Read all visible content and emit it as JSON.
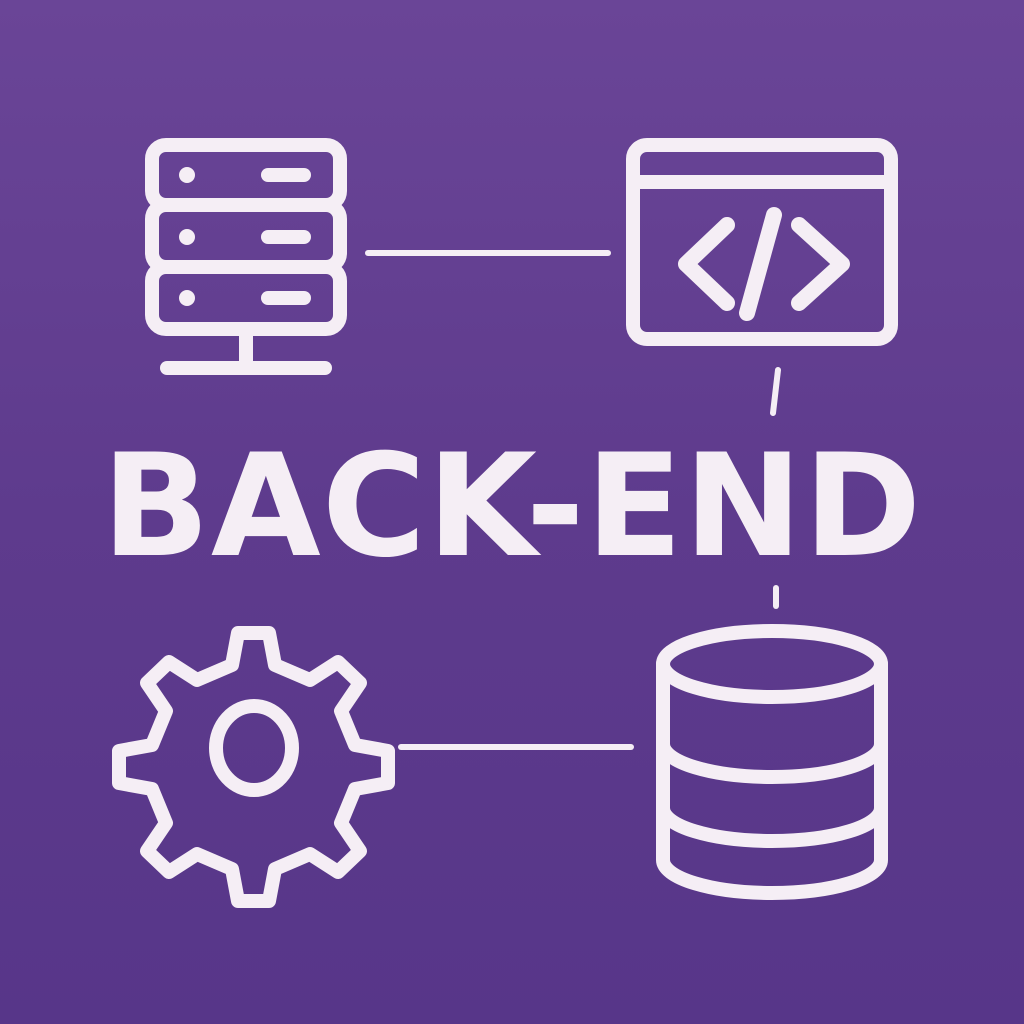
{
  "title": "BACK-END",
  "colors": {
    "background_top": "#6a4597",
    "background_bottom": "#573689",
    "foreground": "#f5eef5"
  },
  "nodes": [
    {
      "id": "server",
      "icon": "server-rack-icon"
    },
    {
      "id": "code-window",
      "icon": "code-window-icon"
    },
    {
      "id": "settings",
      "icon": "gear-icon"
    },
    {
      "id": "database",
      "icon": "database-icon"
    }
  ],
  "connections": [
    {
      "from": "server",
      "to": "code-window"
    },
    {
      "from": "code-window",
      "to": "database"
    },
    {
      "from": "settings",
      "to": "database"
    }
  ]
}
